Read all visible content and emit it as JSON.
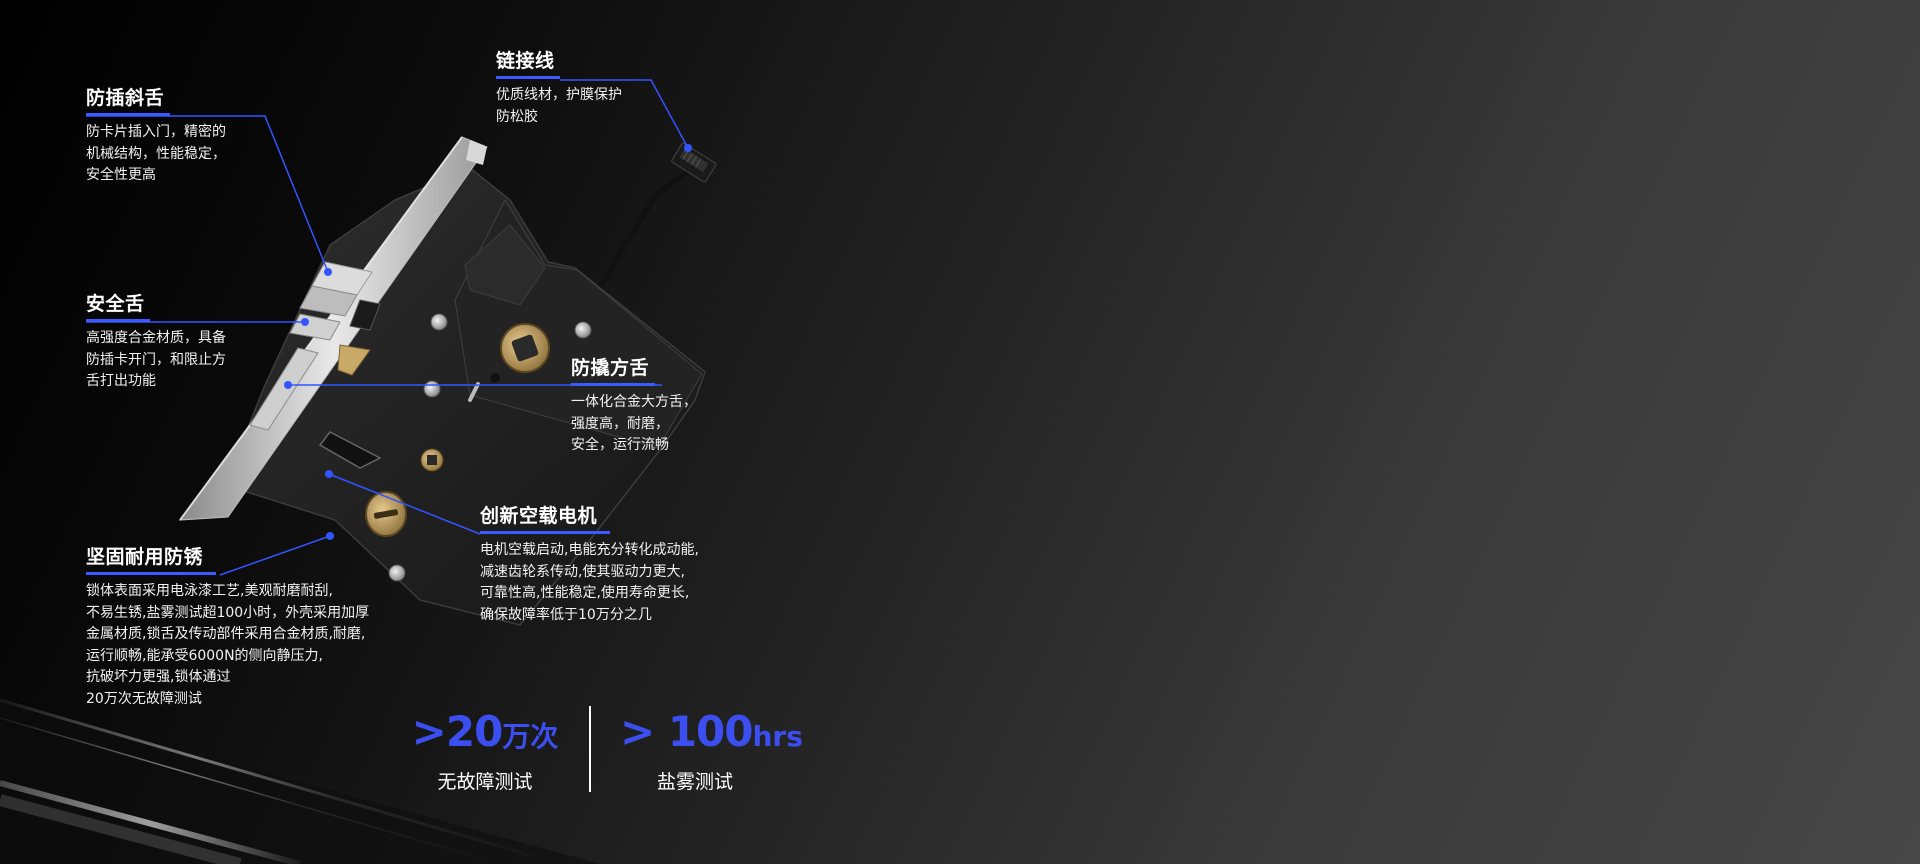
{
  "callouts": {
    "lianjiexian": {
      "title": "链接线",
      "desc": "优质线材，护膜保护\n防松胶"
    },
    "fangcha": {
      "title": "防插斜舌",
      "desc": "防卡片插入门，精密的\n机械结构，性能稳定，\n安全性更高"
    },
    "anquanshe": {
      "title": "安全舌",
      "desc": "高强度合金材质，具备\n防插卡开门，和限止方\n舌打出功能"
    },
    "fangqiao": {
      "title": "防撬方舌",
      "desc": "一体化合金大方舌，\n强度高，耐磨，\n安全，运行流畅"
    },
    "dianji": {
      "title": "创新空载电机",
      "desc": "电机空载启动,电能充分转化成动能,\n减速齿轮系传动,使其驱动力更大,\n可靠性高,性能稳定,使用寿命更长,\n确保故障率低于10万分之几"
    },
    "jiangu": {
      "title": "坚固耐用防锈",
      "desc": "锁体表面采用电泳漆工艺,美观耐磨耐刮,\n不易生锈,盐雾测试超100小时，外壳采用加厚\n金属材质,锁舌及传动部件采用合金材质,耐磨,\n运行顺畅,能承受6000N的侧向静压力,\n抗破坏力更强,锁体通过\n20万次无故障测试"
    }
  },
  "stats": [
    {
      "num": ">20",
      "unit": "万次",
      "label": "无故障测试"
    },
    {
      "num": "> 100",
      "unit": "hrs",
      "label": "盐雾测试"
    }
  ],
  "colors": {
    "accent": "#3b5bff",
    "stat": "#3b4ff0",
    "leader": "#3355ff"
  }
}
